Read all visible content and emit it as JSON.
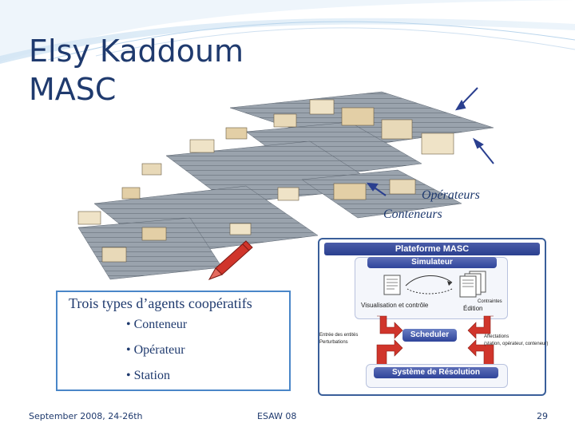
{
  "title": {
    "line1": "Elsy Kaddoum",
    "line2": "MASC"
  },
  "labels": {
    "operateurs": "Opérateurs",
    "conteneurs": "Conteneurs"
  },
  "agents": {
    "title": "Trois types d’agents coopératifs",
    "items": [
      "Conteneur",
      "Opérateur",
      "Station"
    ]
  },
  "masc": {
    "header": "Plateforme MASC",
    "simulateur": "Simulateur",
    "visualisation": "Visualisation et contrôle",
    "edition_small": "Contraintes",
    "edition": "Édition",
    "scheduler": "Scheduler",
    "entrees": "Entrée des entités\nPerturbations",
    "affectations": "Affectations\n(station, opérateur, conteneur)",
    "resolution": "Système de Résolution"
  },
  "footer": {
    "date": "September 2008, 24-26th",
    "venue": "ESAW 08",
    "page": "29"
  },
  "colors": {
    "title": "#1f3a6e",
    "accent": "#4a86c8",
    "navy": "#2a3f8f",
    "red": "#d0352b"
  }
}
